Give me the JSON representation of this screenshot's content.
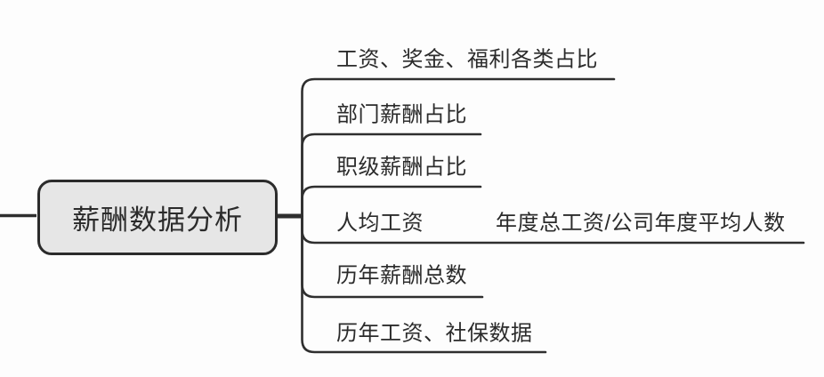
{
  "diagram": {
    "type": "mindmap-logic-chart",
    "root": {
      "label": "薪酬数据分析"
    },
    "branches": [
      {
        "label": "工资、奖金、福利各类占比"
      },
      {
        "label": "部门薪酬占比"
      },
      {
        "label": "职级薪酬占比"
      },
      {
        "label": "人均工资",
        "child": {
          "label": "年度总工资/公司年度平均人数"
        }
      },
      {
        "label": "历年薪酬总数"
      },
      {
        "label": "历年工资、社保数据"
      }
    ],
    "colors": {
      "line": "#2f2f2f",
      "node_fill": "#e6e6e6",
      "node_border": "#2b2b2b",
      "text": "#2b2b2b",
      "background": "#fdfdfd"
    }
  }
}
